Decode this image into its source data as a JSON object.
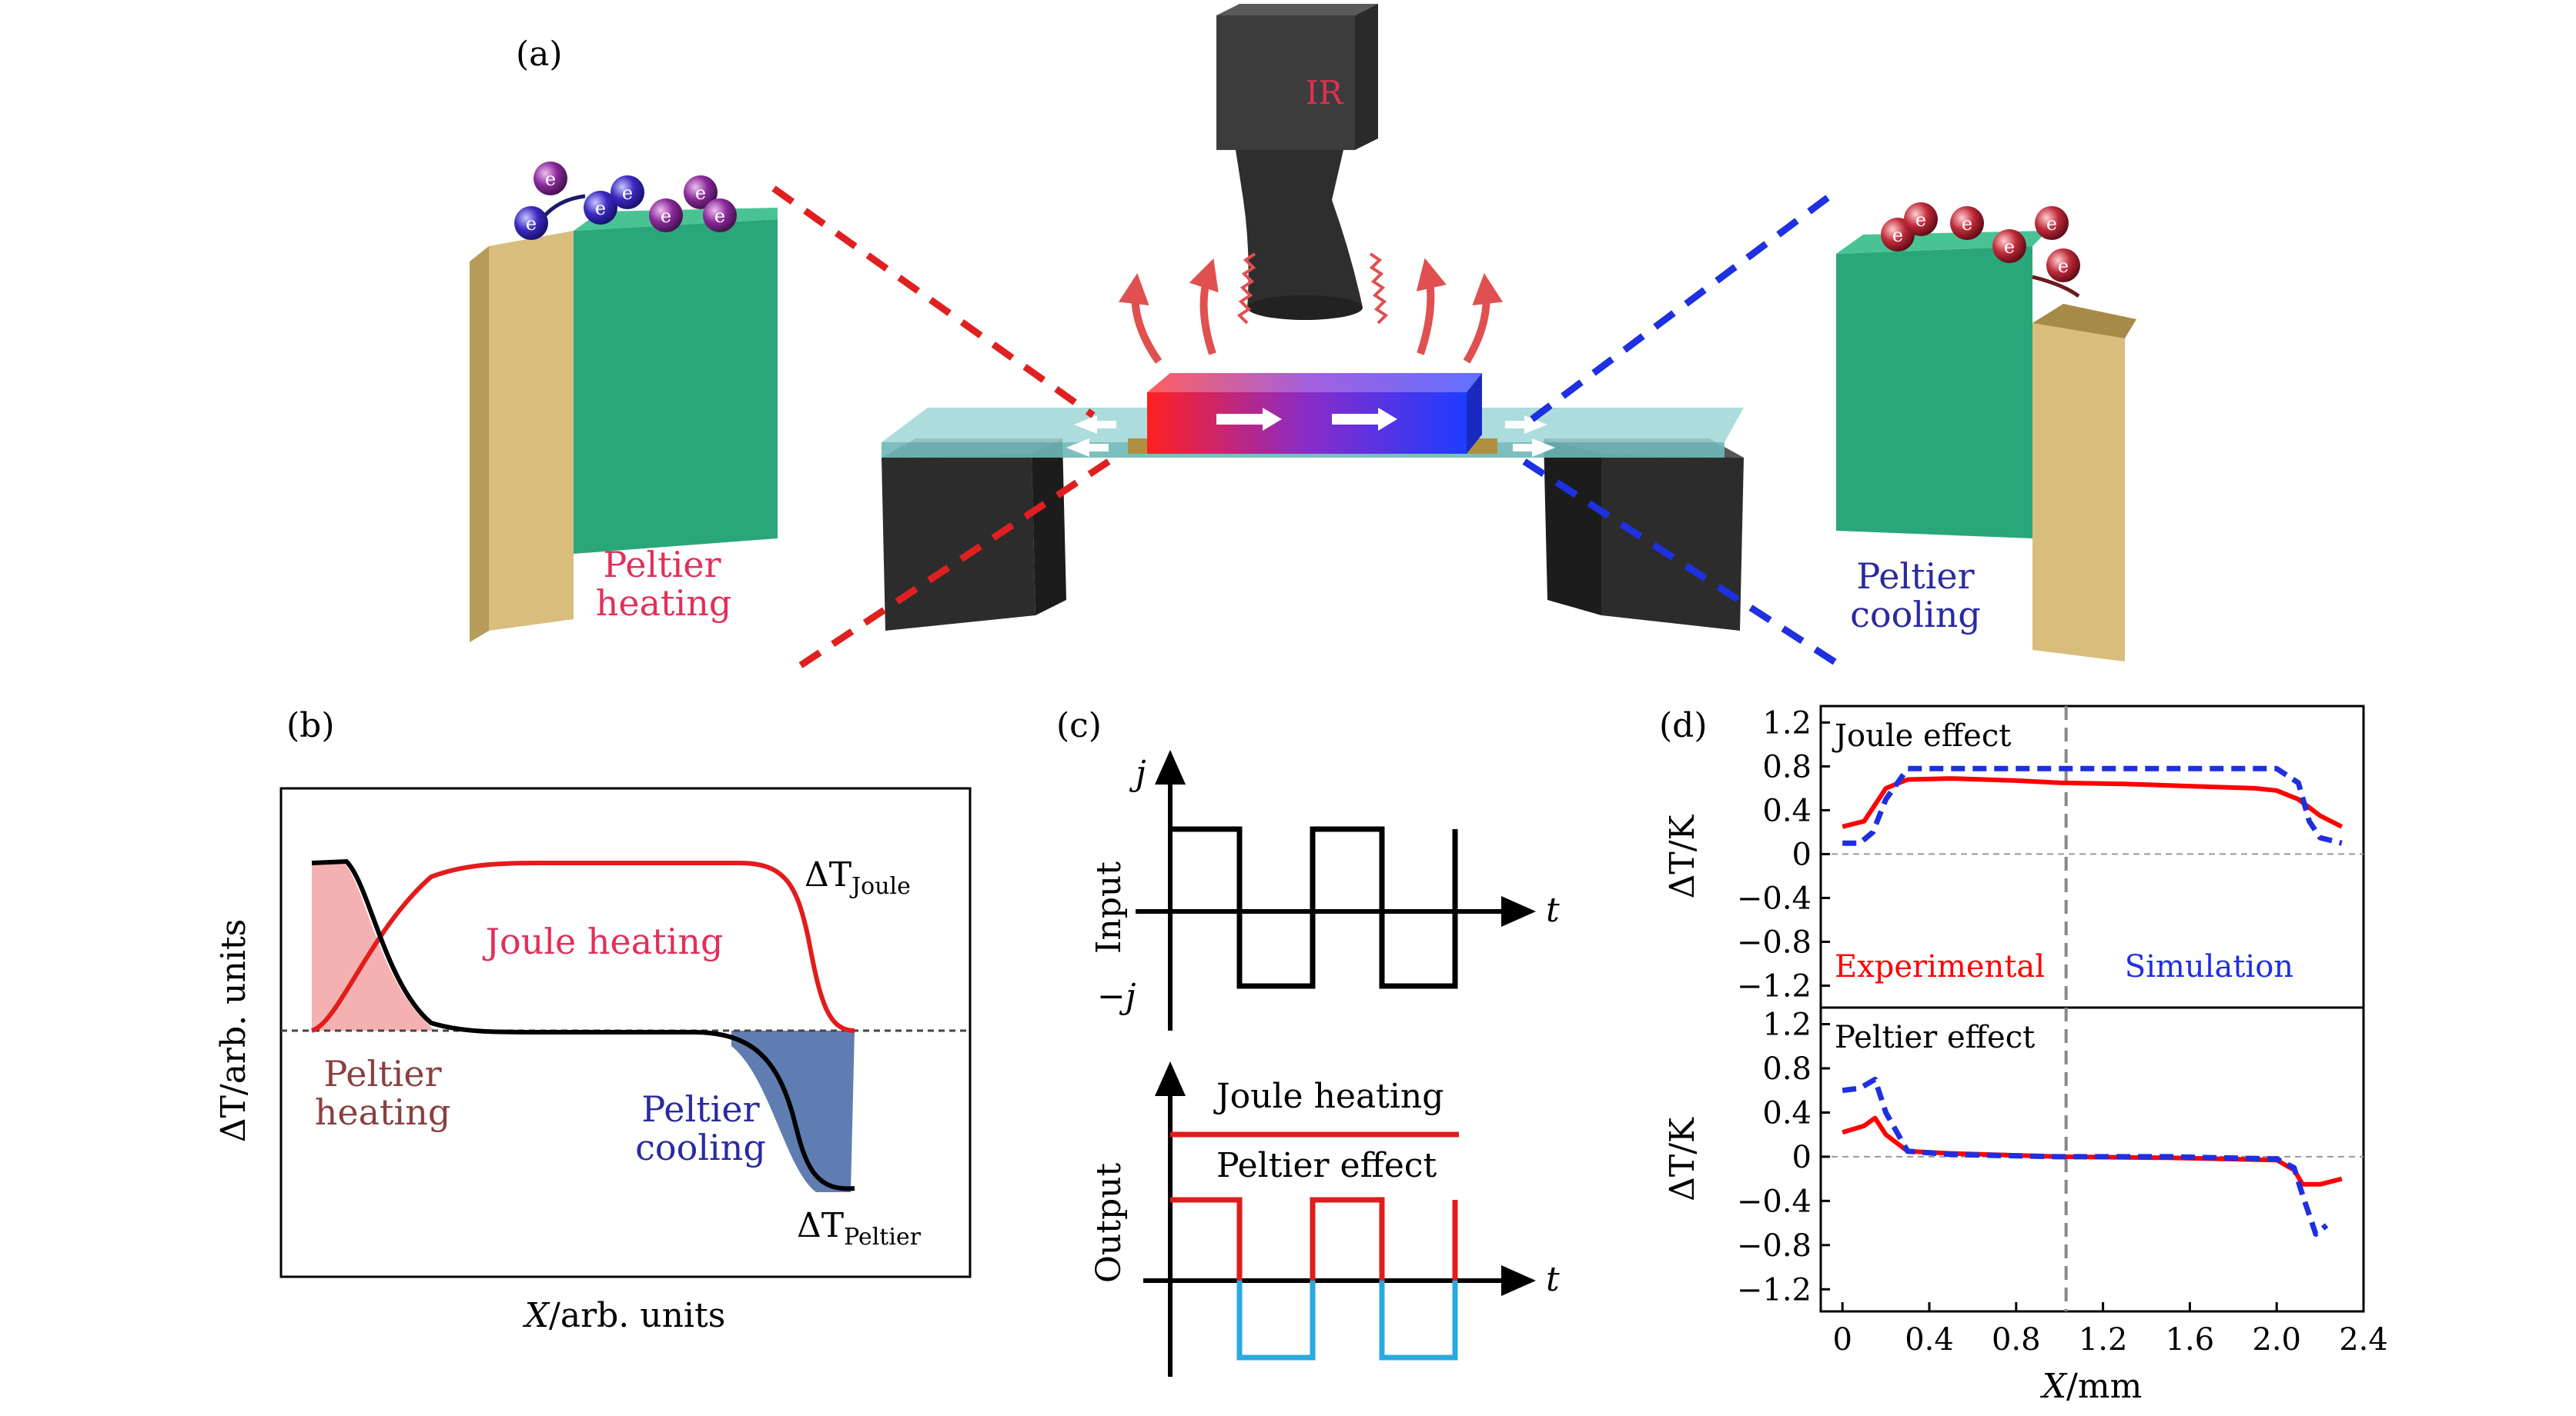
{
  "panel_labels": {
    "a": "(a)",
    "b": "(b)",
    "c": "(c)",
    "d": "(d)"
  },
  "panel_a": {
    "camera_label": "IR",
    "left_label": [
      "Peltier",
      "heating"
    ],
    "right_label": [
      "Peltier",
      "cooling"
    ],
    "electron_label": "e"
  },
  "panel_b": {
    "joule_label": "Joule heating",
    "dt_joule": "ΔT",
    "dt_joule_sub": "Joule",
    "dt_peltier": "ΔT",
    "dt_peltier_sub": "Peltier",
    "peltier_heating": [
      "Peltier",
      "heating"
    ],
    "peltier_cooling": [
      "Peltier",
      "cooling"
    ],
    "ylabel": "ΔT/arb. units",
    "xlabel_var": "X",
    "xlabel_rest": "/arb. units"
  },
  "panel_c": {
    "input_label": "Input",
    "output_label": "Output",
    "j_label": "j",
    "minus_j_label": "−j",
    "t_label": "t",
    "joule_heating_label": "Joule heating",
    "peltier_effect_label": "Peltier effect"
  },
  "colors": {
    "experimental": "#ff0000",
    "simulation": "#1f2fe0",
    "peltier_heating_fill": "#f4a8aa",
    "peltier_cooling_fill": "#4f6fa8",
    "output_negative": "#29a9e0"
  },
  "chart_data": [
    {
      "type": "line",
      "panel": "d-top",
      "annotation": "Joule effect",
      "legend": [
        "Experimental",
        "Simulation"
      ],
      "xlim": [
        -0.1,
        2.4
      ],
      "ylim": [
        -1.4,
        1.35
      ],
      "ylabel": "ΔT/K",
      "yticks": [
        1.2,
        0.8,
        0.4,
        0,
        -0.4,
        -0.8,
        -1.2
      ],
      "ytick_labels": [
        "1.2",
        "0.8",
        "0.4",
        "0",
        "−0.4",
        "−0.8",
        "−1.2"
      ],
      "vline_x": 1.03,
      "series": [
        {
          "name": "Experimental",
          "style": "solid",
          "x": [
            0,
            0.1,
            0.2,
            0.3,
            0.5,
            0.8,
            1.0,
            1.3,
            1.6,
            1.9,
            2.0,
            2.1,
            2.2,
            2.3
          ],
          "y": [
            0.25,
            0.3,
            0.6,
            0.68,
            0.69,
            0.67,
            0.65,
            0.64,
            0.62,
            0.6,
            0.58,
            0.5,
            0.35,
            0.25
          ]
        },
        {
          "name": "Simulation",
          "style": "dashed",
          "x": [
            0,
            0.08,
            0.14,
            0.2,
            0.3,
            1.0,
            2.0,
            2.1,
            2.15,
            2.2,
            2.3
          ],
          "y": [
            0.1,
            0.1,
            0.2,
            0.5,
            0.78,
            0.78,
            0.78,
            0.65,
            0.3,
            0.15,
            0.1
          ]
        }
      ]
    },
    {
      "type": "line",
      "panel": "d-bottom",
      "annotation": "Peltier effect",
      "xlim": [
        -0.1,
        2.4
      ],
      "ylim": [
        -1.4,
        1.35
      ],
      "ylabel": "ΔT/K",
      "xlabel_var": "X",
      "xlabel_rest": "/mm",
      "yticks": [
        1.2,
        0.8,
        0.4,
        0,
        -0.4,
        -0.8,
        -1.2
      ],
      "ytick_labels": [
        "1.2",
        "0.8",
        "0.4",
        "0",
        "−0.4",
        "−0.8",
        "−1.2"
      ],
      "xticks": [
        0,
        0.4,
        0.8,
        1.2,
        1.6,
        2.0,
        2.4
      ],
      "xtick_labels": [
        "0",
        "0.4",
        "0.8",
        "1.2",
        "1.6",
        "2.0",
        "2.4"
      ],
      "vline_x": 1.03,
      "series": [
        {
          "name": "Experimental",
          "style": "solid",
          "x": [
            0,
            0.1,
            0.15,
            0.2,
            0.3,
            0.5,
            1.0,
            1.5,
            2.0,
            2.08,
            2.12,
            2.2,
            2.3
          ],
          "y": [
            0.22,
            0.28,
            0.35,
            0.2,
            0.05,
            0.03,
            0.0,
            -0.01,
            -0.03,
            -0.12,
            -0.25,
            -0.25,
            -0.2
          ]
        },
        {
          "name": "Simulation",
          "style": "dashed",
          "x": [
            0,
            0.08,
            0.15,
            0.2,
            0.3,
            0.5,
            1.0,
            1.5,
            2.0,
            2.08,
            2.12,
            2.18,
            2.23
          ],
          "y": [
            0.6,
            0.62,
            0.7,
            0.4,
            0.05,
            0.02,
            0.0,
            0.0,
            -0.02,
            -0.1,
            -0.35,
            -0.7,
            -0.62
          ]
        }
      ]
    }
  ]
}
